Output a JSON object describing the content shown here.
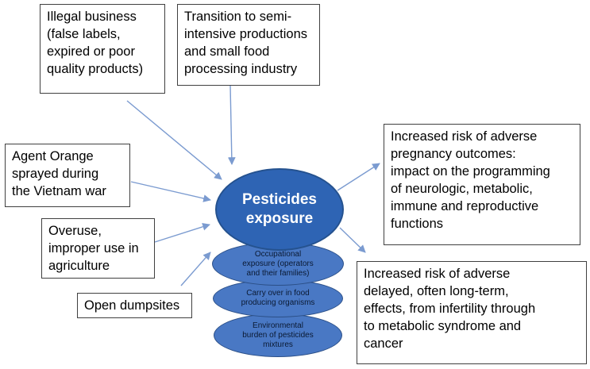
{
  "boxes": {
    "illegal_business": "Illegal business\n(false labels,\nexpired or poor\nquality products)",
    "transition": "Transition to semi-\nintensive productions\nand small food\nprocessing industry",
    "agent_orange": "Agent Orange\nsprayed during\nthe Vietnam war",
    "overuse": "Overuse,\nimproper use in\nagriculture",
    "open_dumpsites": "Open dumpsites",
    "pregnancy_risk": "Increased risk of adverse\npregnancy outcomes:\nimpact on the programming\nof neurologic, metabolic,\nimmune and reproductive\nfunctions",
    "delayed_risk": "Increased risk of adverse\ndelayed, often long-term,\neffects, from infertility through\nto metabolic syndrome and\ncancer"
  },
  "center": {
    "label": "Pesticides\nexposure"
  },
  "stack": {
    "occupational": "Occupational\nexposure (operators\nand their families)",
    "carry_over": "Carry over in food\nproducing organisms",
    "environmental": "Environmental\nburden of pesticides\nmixtures"
  },
  "colors": {
    "ellipse_main": "#2e64b4",
    "ellipse_small": "#4978c4",
    "arrow": "#7b9bd0"
  }
}
